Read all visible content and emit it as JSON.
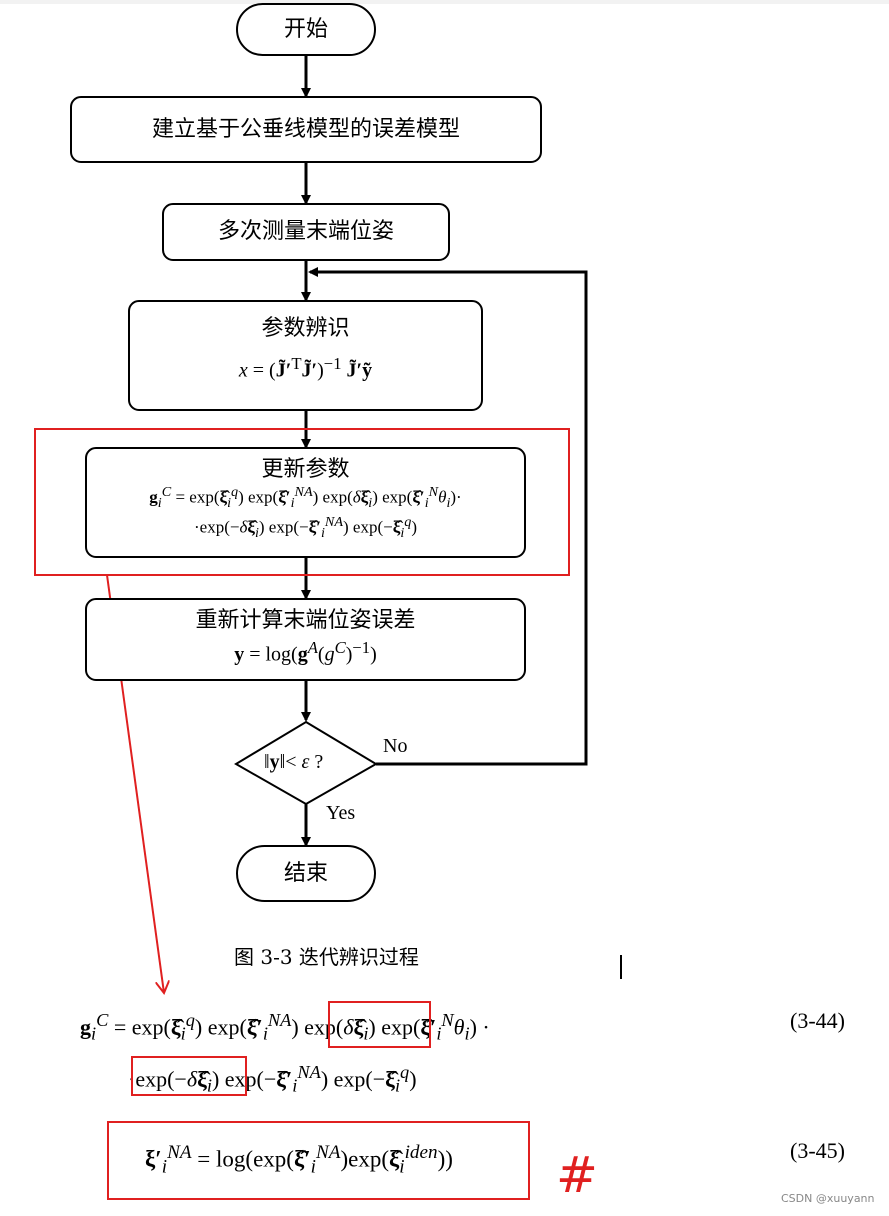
{
  "flowchart": {
    "start": "开始",
    "step1": "建立基于公垂线模型的误差模型",
    "step2": "多次测量末端位姿",
    "step3_title": "参数辨识",
    "step3_formula": "x = (J̃′ᵀJ̃′)⁻¹ J̃′ỹ",
    "step4_title": "更新参数",
    "step4_formula_line1": "gᵢᶜ = exp(ξ̂ᵢᵠ) exp(ξ̂′ᵢᴺᴬ) exp(δξ̂ᵢ) exp(ξ̂′ᵢᴺθᵢ)·",
    "step4_formula_line2": "·exp(−δξ̂ᵢ) exp(−ξ̂′ᵢᴺᴬ) exp(−ξ̂ᵢᵠ)",
    "step5_title": "重新计算末端位姿误差",
    "step5_formula": "y = log(gᴬ(gᶜ)⁻¹)",
    "decision": "‖y‖< ε ?",
    "no_label": "No",
    "yes_label": "Yes",
    "end": "结束"
  },
  "caption": "图 3-3  迭代辨识过程",
  "equations": [
    {
      "line1": "gᵢᶜ = exp(ξ̂ᵢᵠ) exp(ξ̂′ᵢᴺᴬ) exp(δξ̂ᵢ) exp(ξ̂′ᵢᴺθᵢ) ·",
      "line2": "·exp(−δξ̂ᵢ) exp(−ξ̂′ᵢᴺᴬ) exp(−ξ̂ᵢᵠ)",
      "number": "(3-44)"
    },
    {
      "line1": "ξ′ᵢᴺᴬ = log(exp(ξ̂′ᵢᴺᴬ) exp(ξ̂ᵢⁱᵈᵉⁿ))",
      "number": "(3-45)"
    }
  ],
  "annotation_mark": "#",
  "watermark": "CSDN @xuuyann",
  "colors": {
    "annotation": "#e02020",
    "line": "#000000"
  }
}
